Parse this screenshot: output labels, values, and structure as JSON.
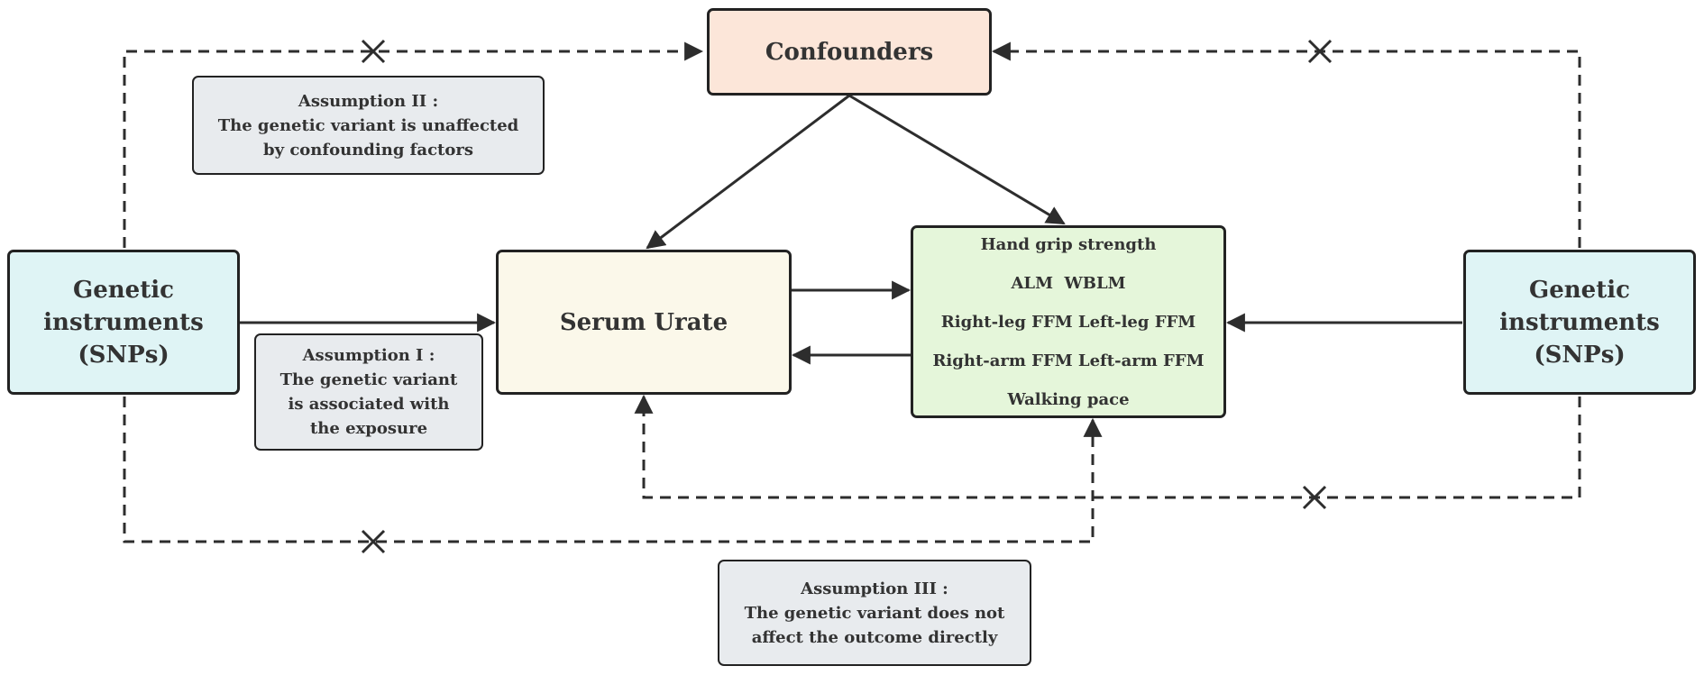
{
  "colors": {
    "confounders": "#fce6d9",
    "genetic": "#dff4f5",
    "exposure": "#fbf8ea",
    "outcome": "#e5f6da",
    "assumption": "#e8ebee",
    "line": "#2d2d2d"
  },
  "nodes": {
    "confounders": "Confounders",
    "genetic_left": [
      "Genetic",
      "instruments",
      "(SNPs)"
    ],
    "genetic_right": [
      "Genetic",
      "instruments",
      "(SNPs)"
    ],
    "exposure": "Serum Urate",
    "outcomes": [
      "Hand grip strength",
      "ALM  WBLM",
      "Right-leg FFM Left-leg FFM",
      "Right-arm FFM Left-arm FFM",
      "Walking pace"
    ]
  },
  "assumptions": {
    "one": [
      "Assumption I :",
      "The genetic variant",
      "is associated with",
      "the exposure"
    ],
    "two": [
      "Assumption II :",
      "The genetic variant is unaffected",
      "by confounding factors"
    ],
    "three": [
      "Assumption III :",
      "The genetic variant does not",
      "affect the outcome directly"
    ]
  }
}
